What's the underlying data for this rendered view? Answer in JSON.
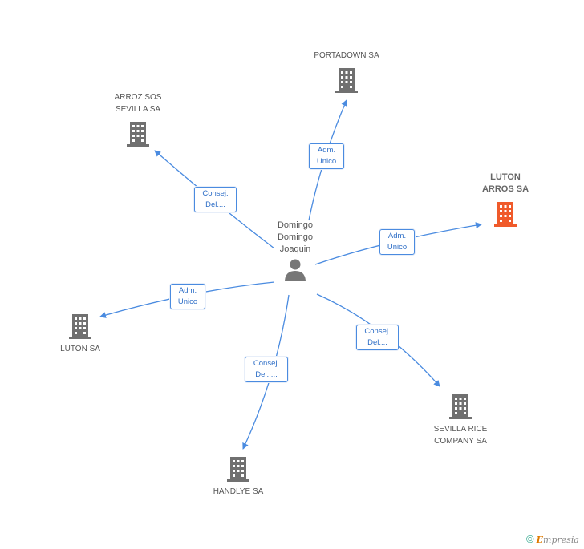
{
  "person": {
    "name": "Domingo\nDomingo\nJoaquin"
  },
  "companies": [
    {
      "id": "portadown",
      "label": "PORTADOWN SA"
    },
    {
      "id": "arroz",
      "label": "ARROZ SOS\nSEVILLA SA"
    },
    {
      "id": "luton-arros",
      "label": "LUTON\nARROS SA"
    },
    {
      "id": "luton",
      "label": "LUTON SA"
    },
    {
      "id": "sevilla-rice",
      "label": "SEVILLA RICE\nCOMPANY SA"
    },
    {
      "id": "handlye",
      "label": "HANDLYE SA"
    }
  ],
  "edges": [
    {
      "to": "portadown",
      "line1": "Adm.",
      "line2": "Unico"
    },
    {
      "to": "arroz",
      "line1": "Consej.",
      "line2": "Del...."
    },
    {
      "to": "luton-arros",
      "line1": "Adm.",
      "line2": "Unico"
    },
    {
      "to": "luton",
      "line1": "Adm.",
      "line2": "Unico"
    },
    {
      "to": "sevilla-rice",
      "line1": "Consej.",
      "line2": "Del...."
    },
    {
      "to": "handlye",
      "line1": "Consej.",
      "line2": "Del.,..."
    }
  ],
  "colors": {
    "edge": "#4a8be0",
    "building": "#707070",
    "focus_building": "#f05a2a"
  },
  "footer": {
    "copyright": "©",
    "brand_initial": "E",
    "brand_rest": "mpresia"
  }
}
